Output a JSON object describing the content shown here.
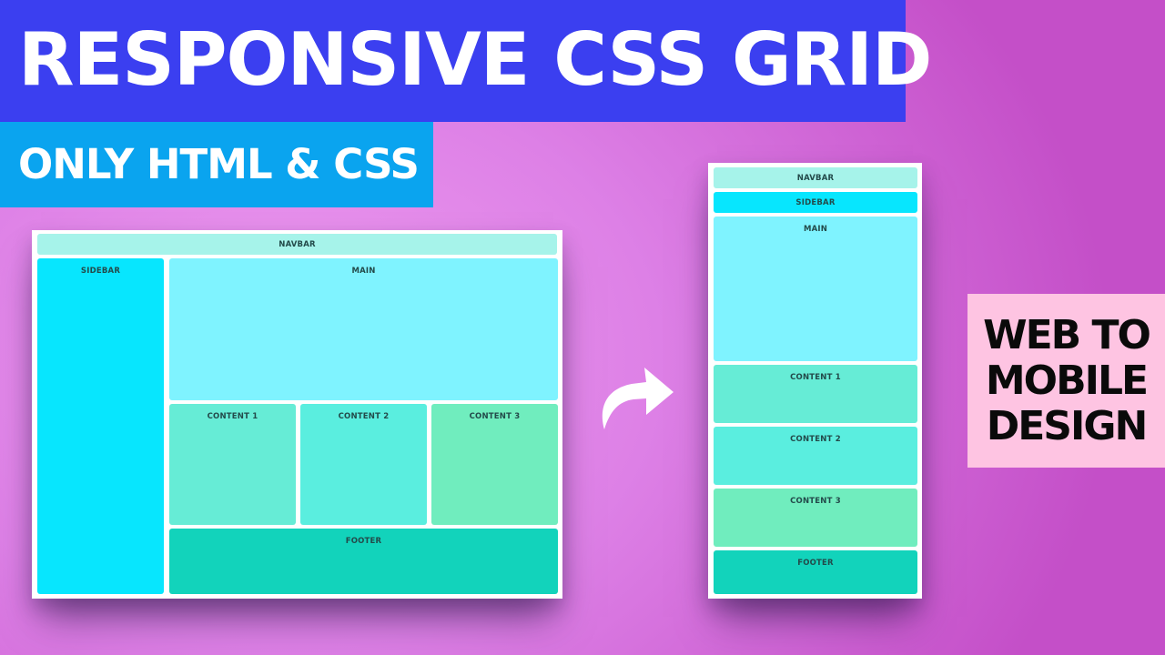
{
  "title": "RESPONSIVE CSS GRID",
  "subtitle": "ONLY HTML & CSS",
  "desktop_mockup": {
    "navbar": "NAVBAR",
    "sidebar": "SIDEBAR",
    "main": "MAIN",
    "content1": "CONTENT 1",
    "content2": "CONTENT 2",
    "content3": "CONTENT 3",
    "footer": "FOOTER"
  },
  "mobile_mockup": {
    "navbar": "NAVBAR",
    "sidebar": "SIDEBAR",
    "main": "MAIN",
    "content1": "CONTENT 1",
    "content2": "CONTENT 2",
    "content3": "CONTENT 3",
    "footer": "FOOTER"
  },
  "badge": {
    "lines": [
      "WEB TO",
      "MOBILE",
      "DESIGN"
    ]
  },
  "icons": {
    "arrow": "curved-arrow-right-icon"
  },
  "colors": {
    "title_banner": "#3b3ff0",
    "subtitle_banner": "#0aa4ef",
    "navbar": "#a6f3ea",
    "sidebar": "#07e6fe",
    "main": "#7ff3ff",
    "content1": "#66ecd6",
    "content2": "#5aeedf",
    "content3": "#70edbe",
    "footer": "#12d3bb",
    "badge": "#fec4e2"
  }
}
